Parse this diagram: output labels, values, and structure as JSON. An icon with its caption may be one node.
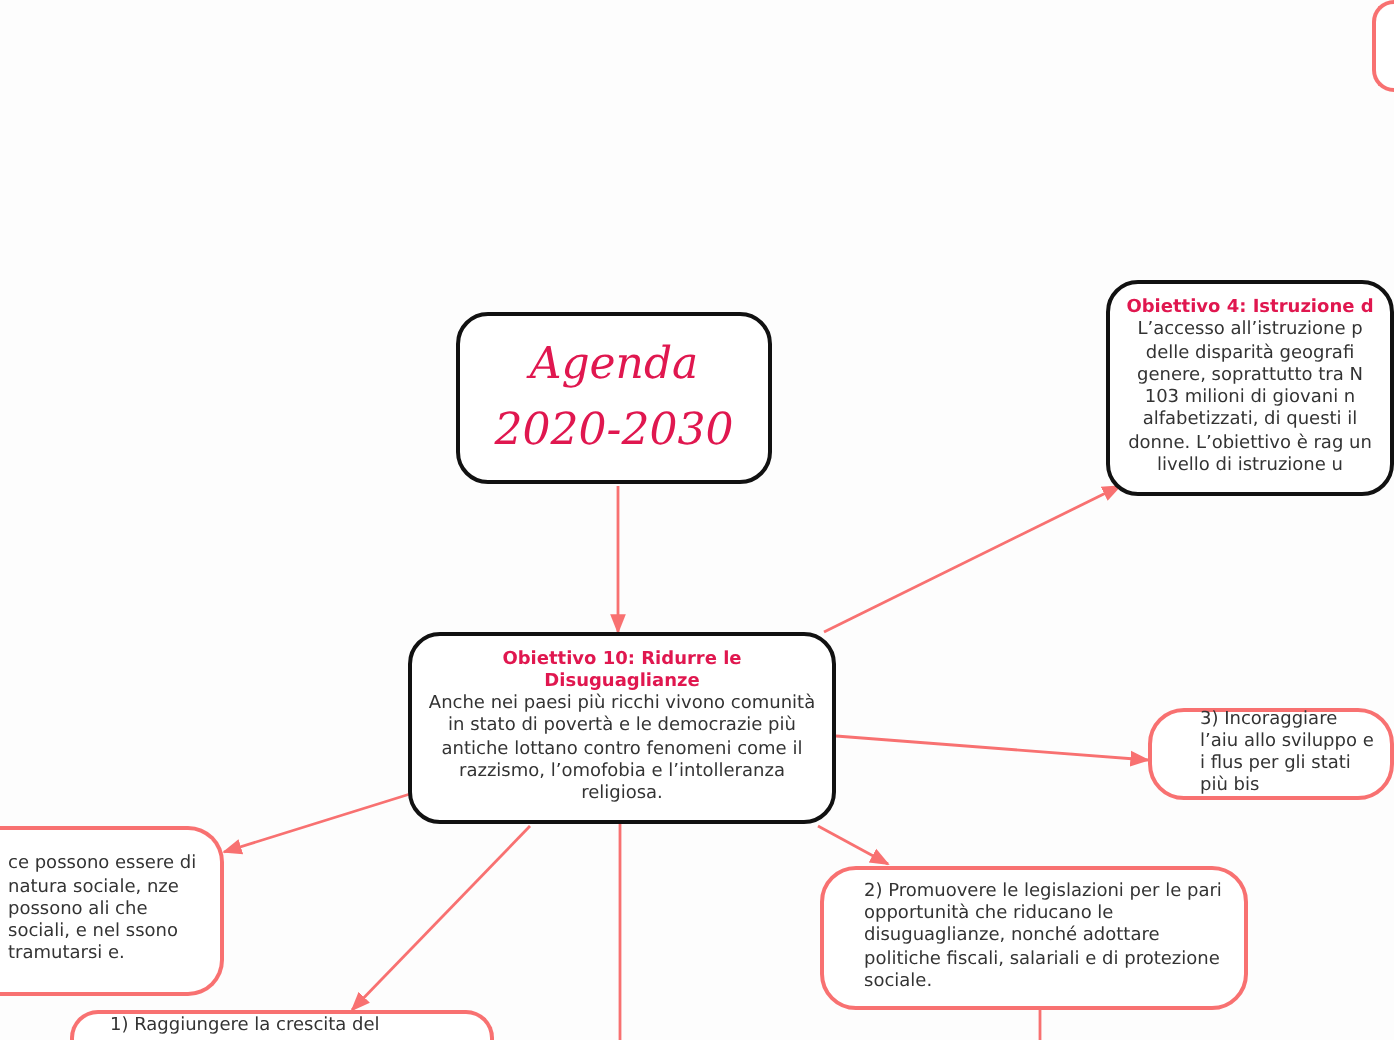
{
  "diagram": {
    "nodes": [
      {
        "text": [
          "Agenda",
          "2020-2030"
        ]
      },
      {
        "text": [
          "Obiettivo 10: Ridurre le Disuguaglianze",
          "Anche nei paesi più ricchi vivono comunità in stato di povertà e le democrazie più antiche lottano contro fenomeni come il razzismo, l’omofobia e l’intolleranza religiosa."
        ]
      },
      {
        "text": [
          "Obiettivo 4: Istruzione d",
          "L’accesso all’istruzione p delle disparità geografi genere, soprattutto tra N 103 milioni di giovani n alfabetizzati, di questi il donne. L’obiettivo è rag un livello di istruzione u"
        ]
      },
      {
        "text": [
          "3) Incoraggiare l’aiu allo sviluppo e i flus per gli stati più bis"
        ]
      },
      {
        "text": [
          "2) Promuovere le legislazioni per le pari opportunità che riducano le disuguaglianze, nonché adottare politiche fiscali, salariali e di protezione sociale."
        ]
      },
      {
        "text": [
          "ce possono essere di natura sociale, nze possono ali che sociali, e nel ssono tramutarsi e."
        ]
      },
      {
        "text": [
          "1) Raggiungere la crescita del"
        ]
      },
      {
        "text": [],
        "shape": "box"
      }
    ],
    "edges": [
      {
        "from": 0,
        "to": 1,
        "arrow": "to"
      },
      {
        "from": 1,
        "to": 2,
        "arrow": "to"
      },
      {
        "from": 1,
        "to": 3,
        "arrow": "to"
      },
      {
        "from": 1,
        "to": 4,
        "arrow": "to"
      },
      {
        "from": 1,
        "to": 5,
        "arrow": "to"
      },
      {
        "from": 1,
        "to": 6,
        "arrow": "to"
      },
      {
        "from": 1,
        "to": null,
        "arrow": "none"
      },
      {
        "from": 4,
        "to": null,
        "arrow": "none"
      }
    ]
  }
}
